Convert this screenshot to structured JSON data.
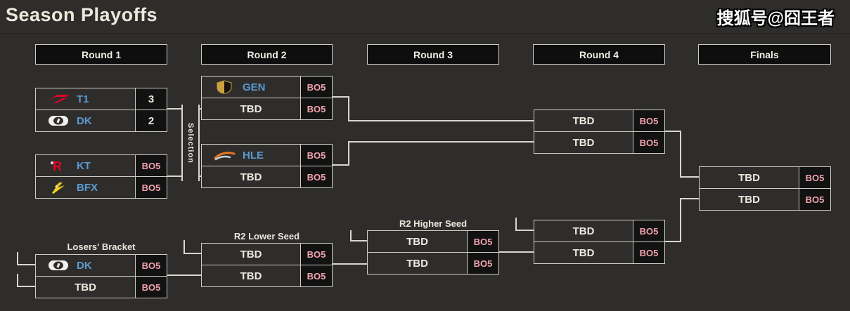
{
  "header": {
    "title": "Season Playoffs",
    "watermark": "搜狐号@囧王者"
  },
  "round_headers": [
    "Round 1",
    "Round 2",
    "Round 3",
    "Round 4",
    "Finals"
  ],
  "labels": {
    "selection": "Selection",
    "losers_bracket": "Losers' Bracket",
    "r2_lower_seed": "R2 Lower Seed",
    "r2_higher_seed": "R2 Higher Seed"
  },
  "colors": {
    "page_bg": "#2e2d2b",
    "box_border": "#cfcdc4",
    "header_bg": "#0e0e0e",
    "team_name_blue": "#5b9ad2",
    "tbd_text": "#ece9df",
    "bo5_pink": "#f2a3ae",
    "score_cell_bg": "#121212",
    "connector_line": "#d8d6cf",
    "t1_red": "#e4002b",
    "kt_red": "#e8001e",
    "bfx_yellow": "#f2d21f",
    "gen_gold": "#c9a23f",
    "hle_orange": "#e87722"
  },
  "matches": {
    "r1_top": {
      "rows": [
        {
          "team": "T1",
          "score": "3"
        },
        {
          "team": "DK",
          "score": "2"
        }
      ]
    },
    "r1_bottom": {
      "rows": [
        {
          "team": "KT",
          "score": "BO5"
        },
        {
          "team": "BFX",
          "score": "BO5"
        }
      ]
    },
    "r2_top": {
      "rows": [
        {
          "team": "GEN",
          "score": "BO5"
        },
        {
          "team": "TBD",
          "score": "BO5"
        }
      ]
    },
    "r2_bottom": {
      "rows": [
        {
          "team": "HLE",
          "score": "BO5"
        },
        {
          "team": "TBD",
          "score": "BO5"
        }
      ]
    },
    "r4_top": {
      "rows": [
        {
          "team": "TBD",
          "score": "BO5"
        },
        {
          "team": "TBD",
          "score": "BO5"
        }
      ]
    },
    "r4_bottom": {
      "rows": [
        {
          "team": "TBD",
          "score": "BO5"
        },
        {
          "team": "TBD",
          "score": "BO5"
        }
      ]
    },
    "finals": {
      "rows": [
        {
          "team": "TBD",
          "score": "BO5"
        },
        {
          "team": "TBD",
          "score": "BO5"
        }
      ]
    },
    "losers": {
      "rows": [
        {
          "team": "DK",
          "score": "BO5"
        },
        {
          "team": "TBD",
          "score": "BO5"
        }
      ]
    },
    "r2_lower": {
      "rows": [
        {
          "team": "TBD",
          "score": "BO5"
        },
        {
          "team": "TBD",
          "score": "BO5"
        }
      ]
    },
    "r2_higher": {
      "rows": [
        {
          "team": "TBD",
          "score": "BO5"
        },
        {
          "team": "TBD",
          "score": "BO5"
        }
      ]
    }
  }
}
